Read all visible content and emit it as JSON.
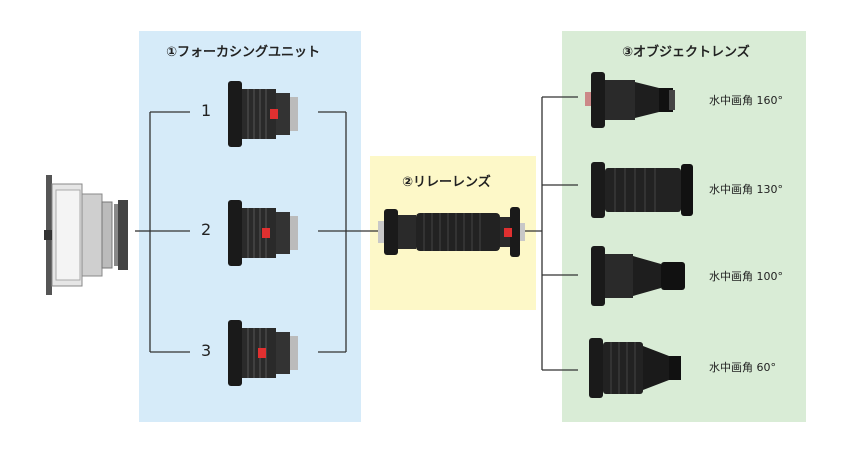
{
  "titles": {
    "focus": "①フォーカシングユニット",
    "relay": "②リレーレンズ",
    "objective": "③オブジェクトレンズ"
  },
  "focus_numbers": [
    "1",
    "2",
    "3"
  ],
  "angles": [
    "水中画角 160°",
    "水中画角 130°",
    "水中画角 100°",
    "水中画角 60°"
  ],
  "colors": {
    "focus_panel": "#d6ebf9",
    "relay_panel": "#fdf8c8",
    "objective_panel": "#d9ecd6",
    "line": "#333333",
    "accent_red": "#e03030"
  }
}
